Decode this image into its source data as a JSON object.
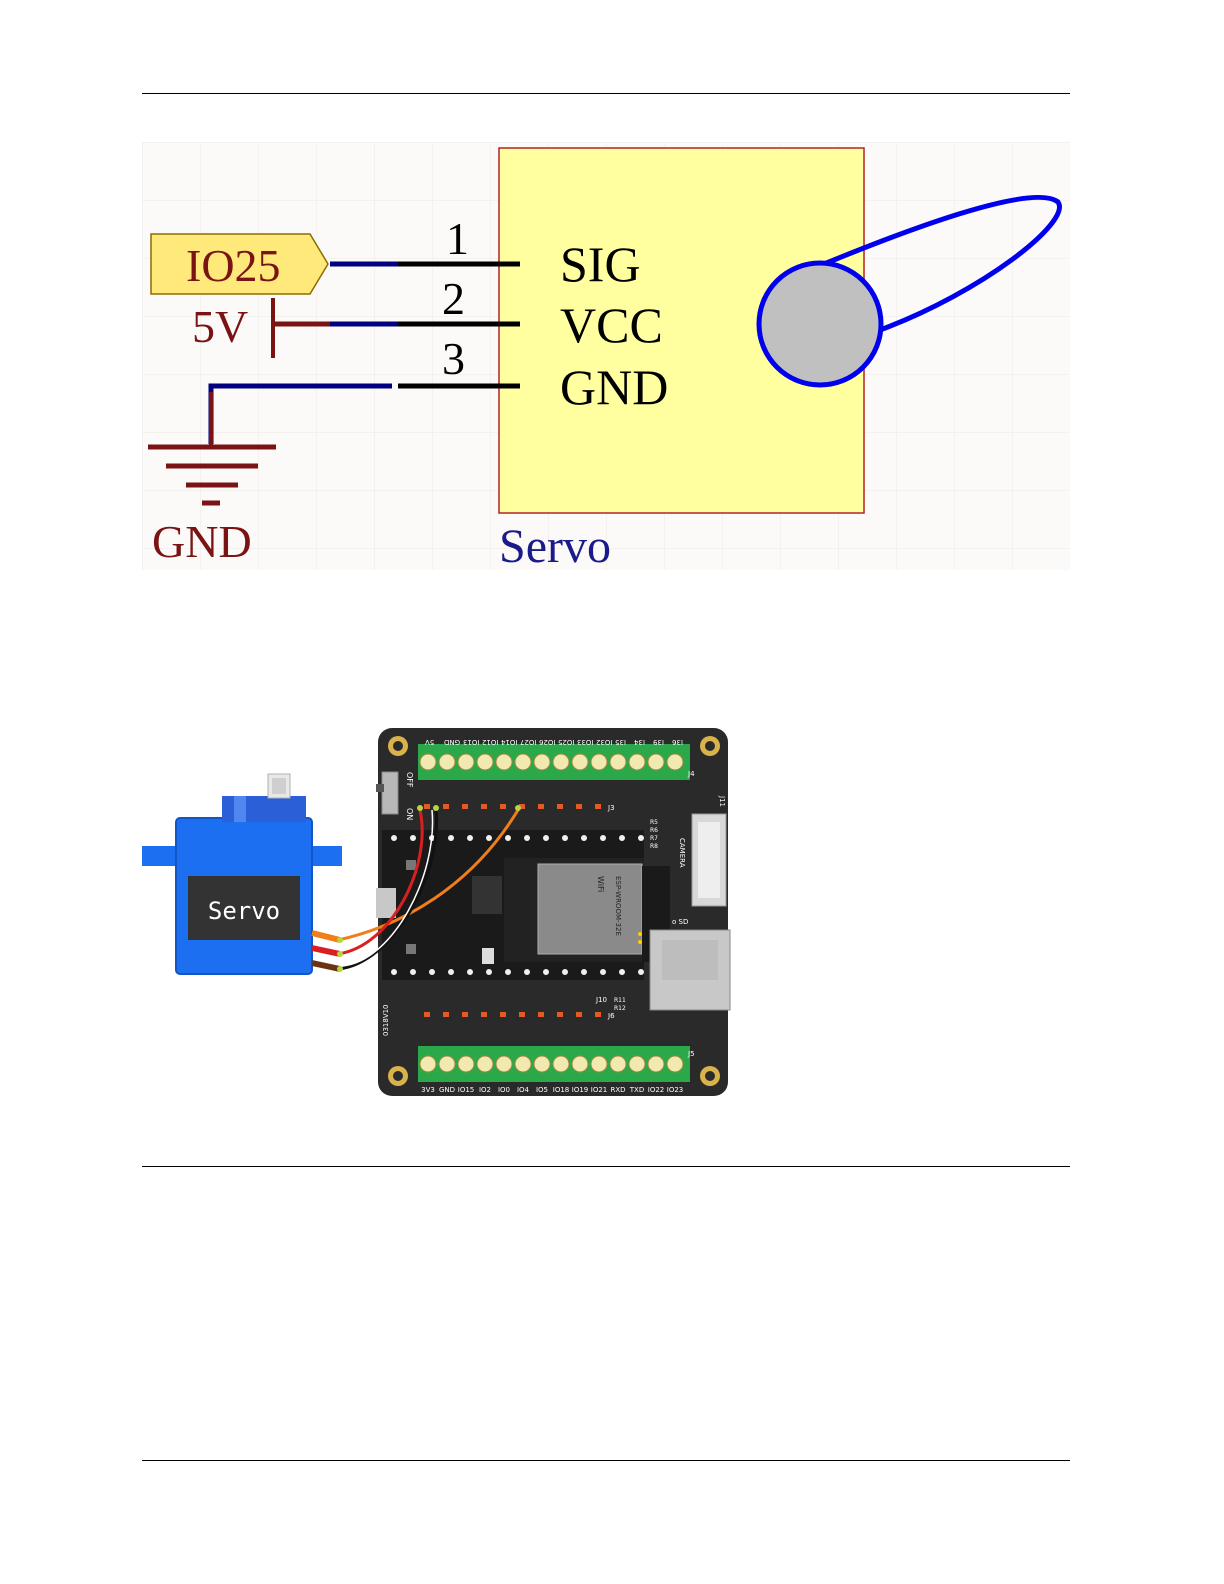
{
  "schematic": {
    "net_label": "IO25",
    "power_label": "5V",
    "ground_label": "GND",
    "pin_numbers": [
      "1",
      "2",
      "3"
    ],
    "pin_names": [
      "SIG",
      "VCC",
      "GND"
    ],
    "component_name": "Servo"
  },
  "wiring": {
    "servo_label": "Servo",
    "top_header_labels": [
      "5V",
      "GND",
      "IO13",
      "IO12",
      "IO14",
      "IO27",
      "IO26",
      "IO25",
      "IO33",
      "IO32",
      "I35",
      "I34",
      "I39",
      "I36"
    ],
    "bottom_header_labels": [
      "3V3",
      "GND",
      "IO15",
      "IO2",
      "IO0",
      "IO4",
      "IO5",
      "IO18",
      "IO19",
      "IO21",
      "RXD",
      "TXD",
      "IO22",
      "IO23"
    ],
    "switch_off": "OFF",
    "switch_on": "ON",
    "camera_label": "CAMERA",
    "sd_label": "o SD",
    "module_label": "ESP-WROOM-32E",
    "wifi_label": "WiFi",
    "j4": "J4",
    "j3": "J3",
    "j5": "J5",
    "j6": "J6",
    "j10": "J10",
    "j11": "J11",
    "r_labels": [
      "R5",
      "R6",
      "R7",
      "R8"
    ],
    "r11": "R11",
    "r12": "R12",
    "board_code": "0318V10"
  },
  "colors": {
    "net_red": "#7a1414",
    "wire_blue": "#000080",
    "body_fill": "#ffffa0",
    "body_stroke": "#b22222",
    "horn_blue": "#0000ee",
    "servo_blue": "#1b6ff0",
    "board_black": "#2a2a2a",
    "terminal_green": "#2aa84a"
  }
}
